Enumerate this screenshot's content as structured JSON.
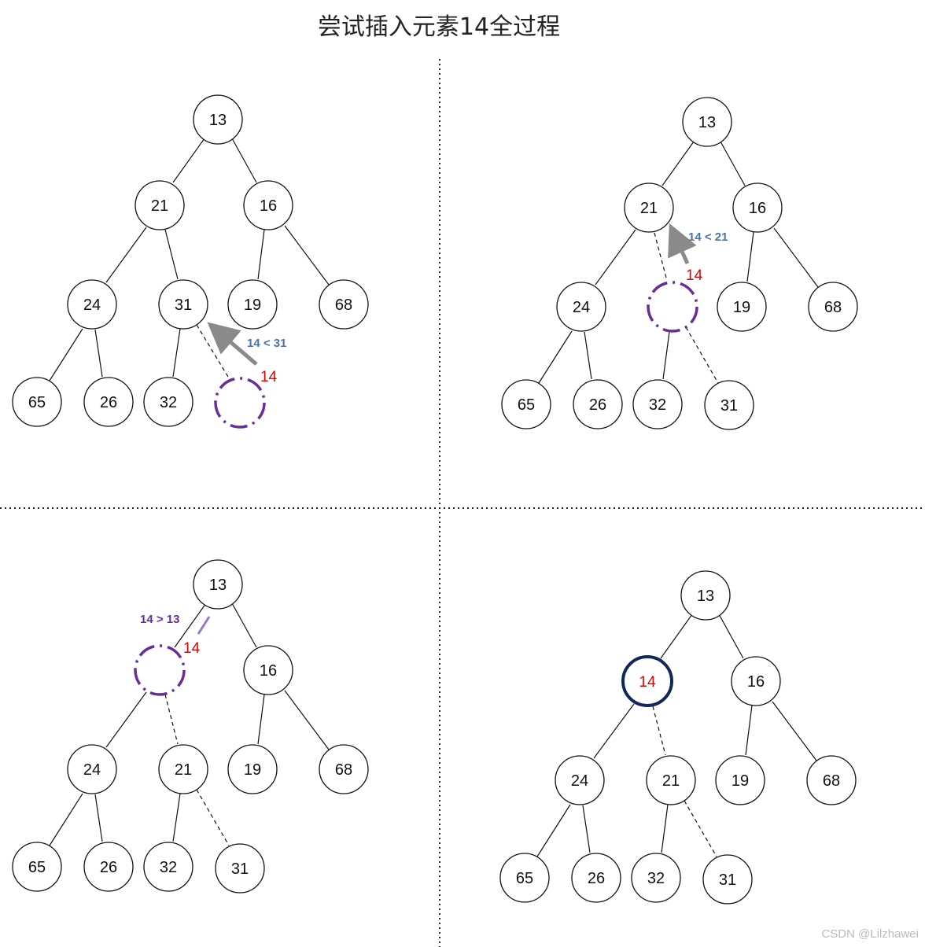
{
  "title": "尝试插入元素14全过程",
  "watermark": "CSDN @Lilzhawei",
  "colors": {
    "node_stroke": "#111111",
    "hole_stroke": "#6a2c9a",
    "arrow_gray": "#8a8a8a",
    "compare_blue": "#4a72b0",
    "compare_purple": "#6a2c9a",
    "inserted_red": "#e00000",
    "final_ring": "#12285a"
  },
  "panels": [
    {
      "nodes": [
        "13",
        "21",
        "16",
        "24",
        "31",
        "19",
        "68",
        "65",
        "26",
        "32"
      ],
      "inserted": "14",
      "compare": "14 < 31"
    },
    {
      "nodes": [
        "13",
        "21",
        "16",
        "24",
        "19",
        "68",
        "65",
        "26",
        "32",
        "31"
      ],
      "inserted": "14",
      "compare": "14 < 21"
    },
    {
      "nodes": [
        "13",
        "16",
        "24",
        "21",
        "19",
        "68",
        "65",
        "26",
        "32",
        "31"
      ],
      "inserted": "14",
      "compare": "14 > 13"
    },
    {
      "nodes": [
        "13",
        "14",
        "16",
        "24",
        "21",
        "19",
        "68",
        "65",
        "26",
        "32",
        "31"
      ]
    }
  ]
}
